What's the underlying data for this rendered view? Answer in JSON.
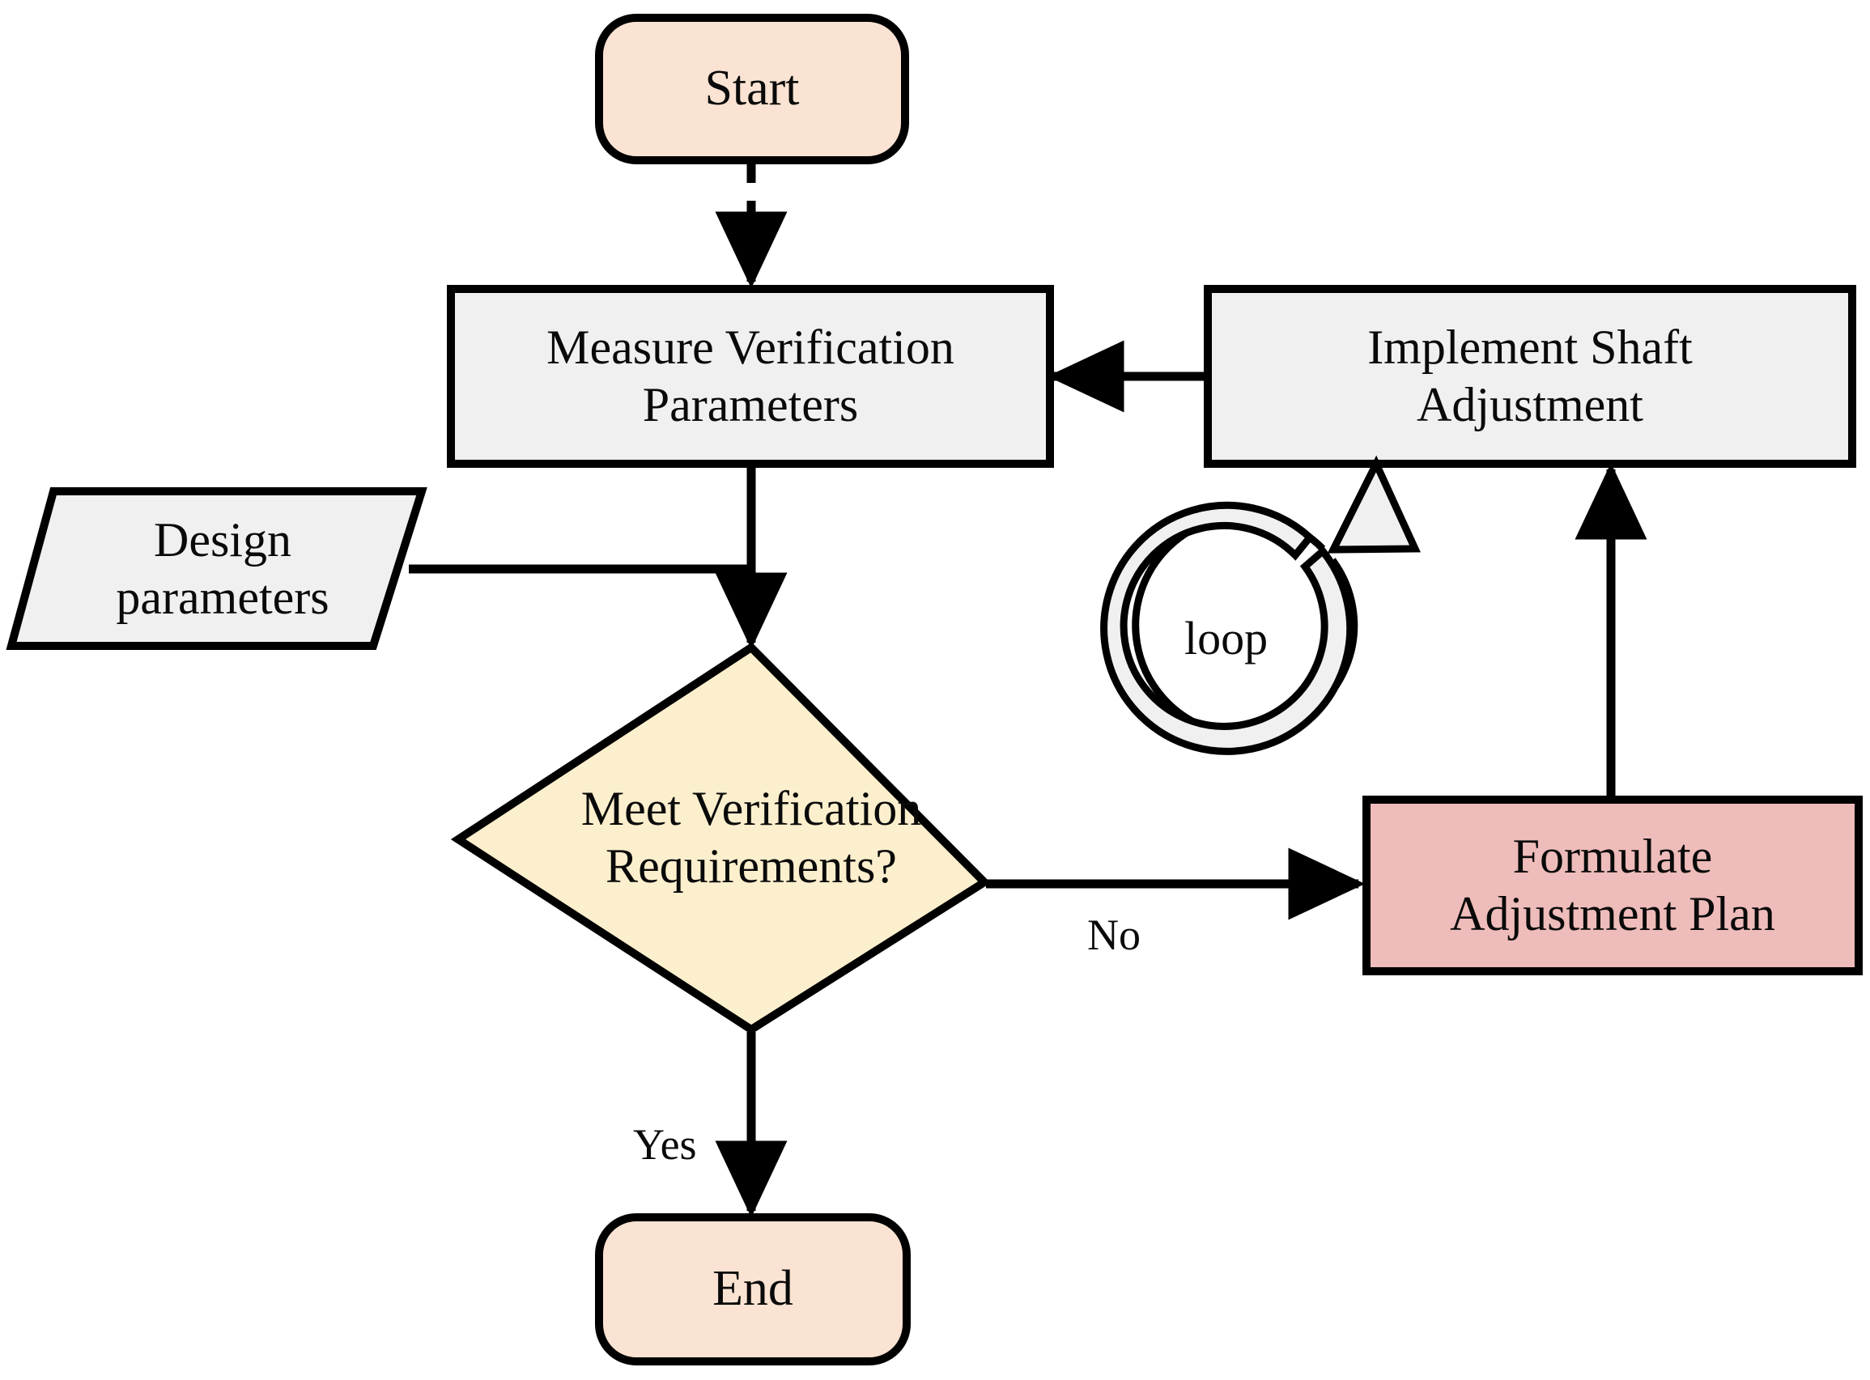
{
  "diagram": {
    "title": "Shaft Verification and Adjustment Loop Flowchart",
    "type": "flowchart",
    "background_color": "#ffffff",
    "stroke_color": "#000000",
    "text_color": "#0a0a0a"
  },
  "nodes": {
    "start": {
      "label": "Start",
      "shape": "rounded-rectangle",
      "fill": "#fae3d2"
    },
    "measure": {
      "label": "Measure Verification\nParameters",
      "shape": "rectangle",
      "fill": "#f0f0f0"
    },
    "design_parameters": {
      "label": "Design\nparameters",
      "shape": "parallelogram",
      "fill": "#f0f0f0"
    },
    "decision": {
      "label": "Meet Verification\nRequirements?",
      "shape": "diamond",
      "fill": "#fcefcd"
    },
    "implement": {
      "label": "Implement Shaft\nAdjustment",
      "shape": "rectangle",
      "fill": "#f0f0f0"
    },
    "formulate": {
      "label": "Formulate\nAdjustment Plan",
      "shape": "rectangle",
      "fill": "#eebcba"
    },
    "end": {
      "label": "End",
      "shape": "rounded-rectangle",
      "fill": "#fae3d2"
    }
  },
  "loop_icon": {
    "label": "loop",
    "icon_name": "circular-arrow-clockwise-icon",
    "fill": "#f0f0f0"
  },
  "edges": [
    {
      "from": "start",
      "to": "measure",
      "label": "",
      "style": "dashed"
    },
    {
      "from": "measure",
      "to": "decision",
      "label": "",
      "style": "solid"
    },
    {
      "from": "design_parameters",
      "to": "measure-to-decision",
      "label": "",
      "style": "solid-no-arrow"
    },
    {
      "from": "decision",
      "to": "end",
      "label": "Yes",
      "style": "solid"
    },
    {
      "from": "decision",
      "to": "formulate",
      "label": "No",
      "style": "solid"
    },
    {
      "from": "formulate",
      "to": "implement",
      "label": "",
      "style": "solid"
    },
    {
      "from": "implement",
      "to": "measure",
      "label": "",
      "style": "solid"
    }
  ],
  "edge_labels": {
    "yes": "Yes",
    "no": "No"
  }
}
